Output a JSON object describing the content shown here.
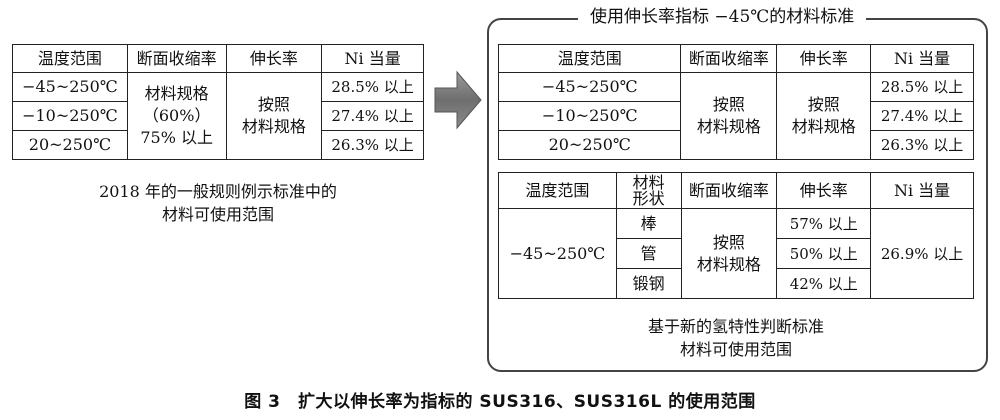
{
  "left_table": {
    "headers": [
      "温度范围",
      "断面收缩率",
      "伸长率",
      "Ni 当量"
    ],
    "temps": [
      "−45~250℃",
      "−10~250℃",
      "20~250℃"
    ],
    "reduction_l1": "材料规格",
    "reduction_l2": "（60%）",
    "reduction_l3": "75% 以上",
    "elong_l1": "按照",
    "elong_l2": "材料规格",
    "ni": [
      "28.5% 以上",
      "27.4% 以上",
      "26.3% 以上"
    ]
  },
  "left_caption_l1": "2018 年的一般规则例示标准中的",
  "left_caption_l2": "材料可使用范围",
  "right_title": "使用伸长率指标 −45℃的材料标准",
  "right_top": {
    "headers": [
      "温度范围",
      "断面收缩率",
      "伸长率",
      "Ni 当量"
    ],
    "temps": [
      "−45~250℃",
      "−10~250℃",
      "20~250℃"
    ],
    "reduction_l1": "按照",
    "reduction_l2": "材料规格",
    "elong_l1": "按照",
    "elong_l2": "材料规格",
    "ni": [
      "28.5% 以上",
      "27.4% 以上",
      "26.3% 以上"
    ]
  },
  "right_bottom": {
    "h_temp": "温度范围",
    "h_shape_l1": "材料",
    "h_shape_l2": "形状",
    "h_reduction": "断面收缩率",
    "h_elong": "伸长率",
    "h_ni": "Ni 当量",
    "temp": "−45~250℃",
    "shapes": [
      "棒",
      "管",
      "锻钢"
    ],
    "reduction_l1": "按照",
    "reduction_l2": "材料规格",
    "elong": [
      "57% 以上",
      "50% 以上",
      "42% 以上"
    ],
    "ni": "26.9% 以上"
  },
  "right_caption_l1": "基于新的氢特性判断标准",
  "right_caption_l2": "材料可使用范围",
  "figure_caption": "图 3　扩大以伸长率为指标的 SUS316、SUS316L 的使用范围"
}
